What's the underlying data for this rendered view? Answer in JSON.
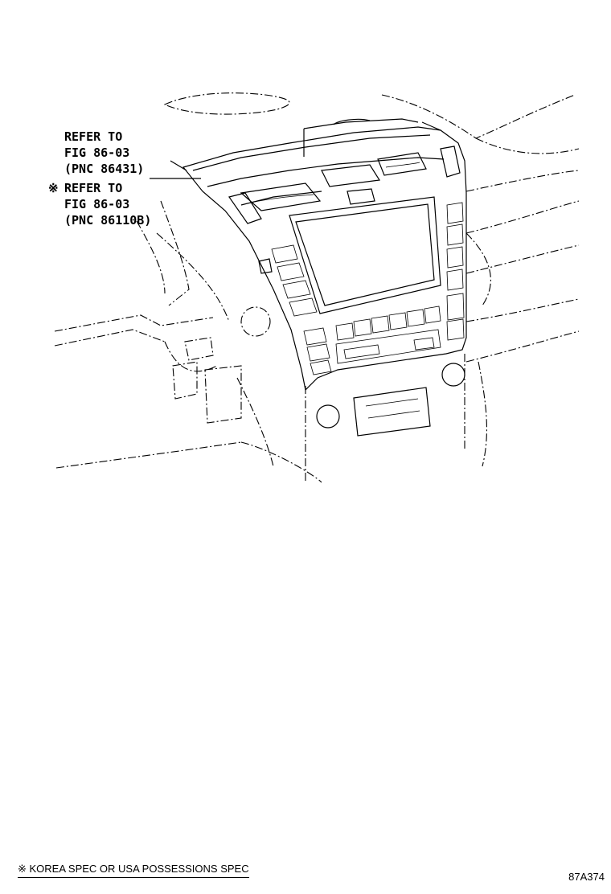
{
  "callouts": [
    {
      "mark": "",
      "lines": [
        "REFER TO",
        "FIG 86-03",
        "(PNC 86431)"
      ]
    },
    {
      "mark": "※",
      "lines": [
        "REFER TO",
        "FIG 86-03",
        "(PNC 86110B)"
      ]
    }
  ],
  "footnote": "※ KOREA SPEC OR USA POSSESSIONS SPEC",
  "drawing_code": "87A374"
}
